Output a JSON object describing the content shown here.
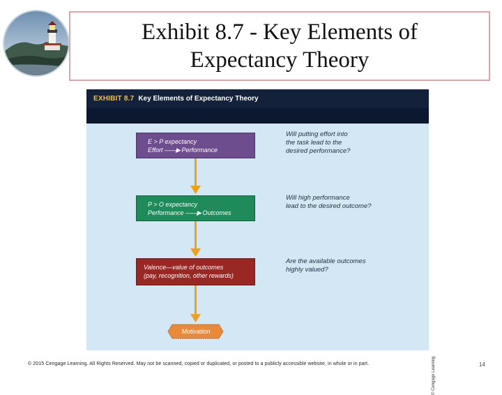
{
  "slide": {
    "title_line1": "Exhibit 8.7 - Key Elements of",
    "title_line2": "Expectancy Theory",
    "footer": "© 2015 Cengage Learning. All Rights Reserved. May not be scanned, copied or duplicated, or posted to a publicly accessible website, in whole or in part.",
    "page_number": "14"
  },
  "exhibit": {
    "number": "EXHIBIT 8.7",
    "heading": "Key Elements of Expectancy Theory",
    "credit": "© Cengage Learning",
    "boxes": [
      {
        "line1": "E > P expectancy",
        "left": "Effort",
        "arrow": "——▶",
        "right": "Performance"
      },
      {
        "line1": "P > O expectancy",
        "left": "Performance",
        "arrow": "——▶",
        "right": "Outcomes"
      },
      {
        "line1": "Valence—value of outcomes",
        "line2": "(pay, recognition, other rewards)"
      }
    ],
    "questions": [
      [
        "Will putting effort into",
        "the task lead to the",
        "desired performance?"
      ],
      [
        "Will high performance",
        "lead to the desired outcome?"
      ],
      [
        "Are the available outcomes",
        "highly valued?"
      ]
    ],
    "result": "Motivation"
  },
  "colors": {
    "header_bg": "#14213a",
    "exhibit_bg": "#d4e7f4",
    "box_purple": "#6e4d8e",
    "box_green": "#1f8a5a",
    "box_red": "#992724",
    "arrow": "#f0a020",
    "motivation_fill": "#e88a3a"
  }
}
